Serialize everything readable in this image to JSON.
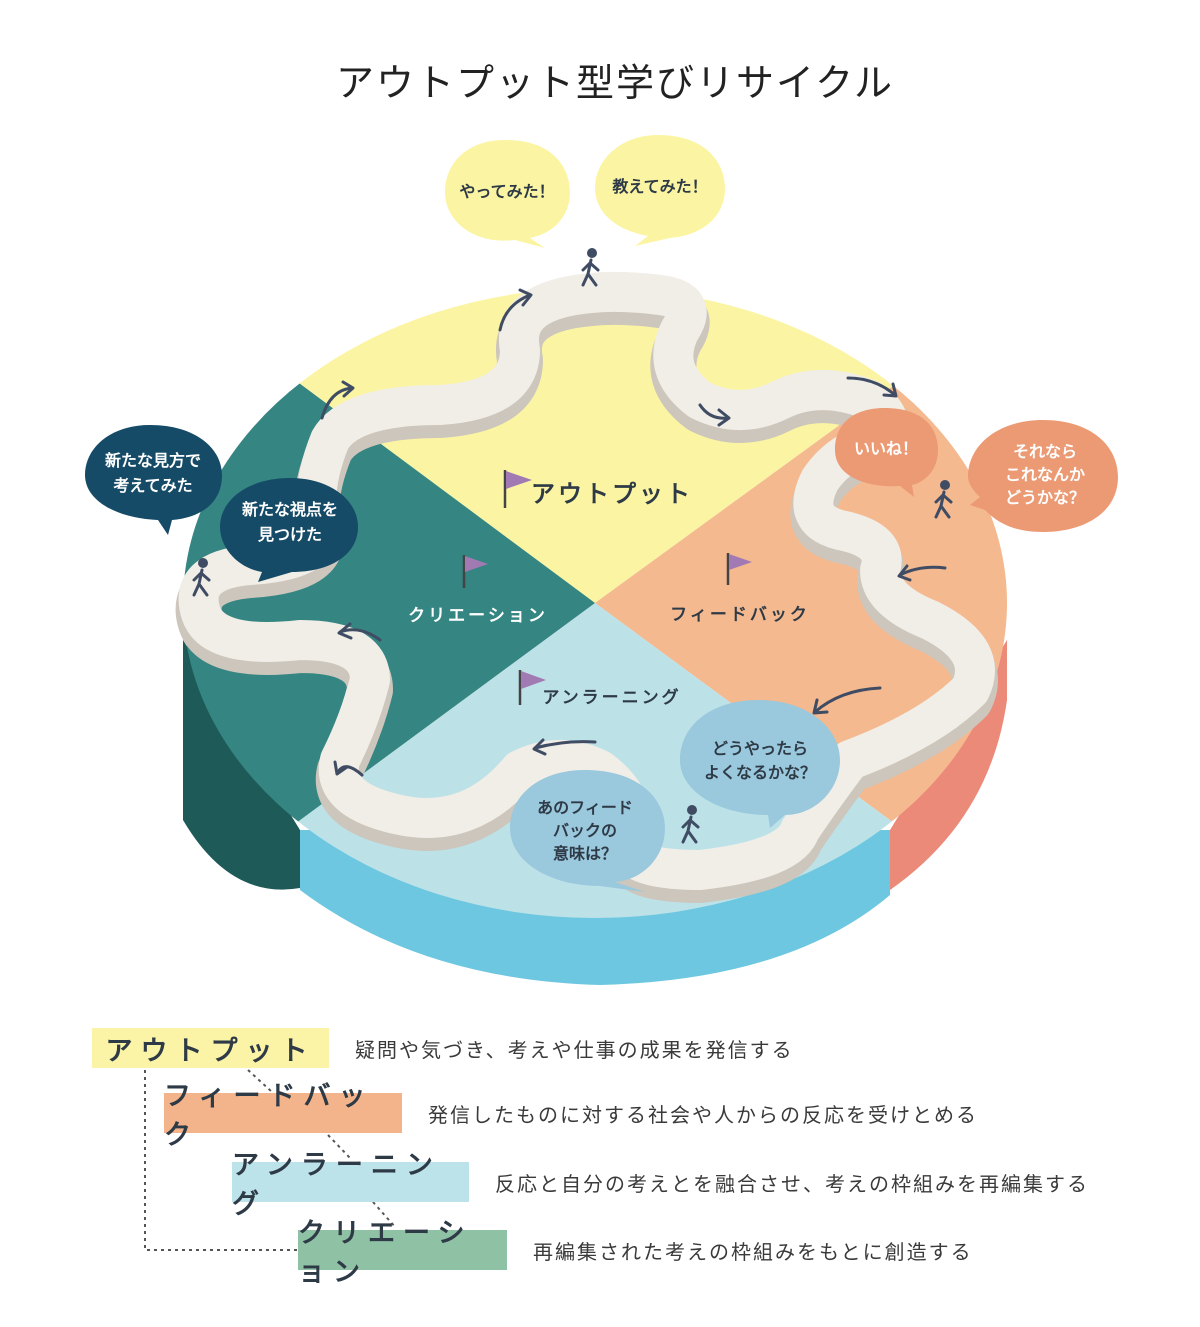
{
  "title": "アウトプット型学びリサイクル",
  "sections": {
    "output": "アウトプット",
    "feedback": "フィードバック",
    "unlearning": "アンラーニング",
    "creation": "クリエーション"
  },
  "bubbles": {
    "b1": [
      "やってみた！"
    ],
    "b2": [
      "教えてみた！"
    ],
    "b3": [
      "いいね！"
    ],
    "b4": [
      "それなら",
      "これなんか",
      "どうかな？"
    ],
    "b5": [
      "どうやったら",
      "よくなるかな？"
    ],
    "b6": [
      "あのフィード",
      "バックの",
      "意味は？"
    ],
    "b7": [
      "新たな視点を",
      "見つけた"
    ],
    "b8": [
      "新たな見方で",
      "考えてみた"
    ]
  },
  "legend": [
    {
      "label": "アウトプット",
      "desc": "疑問や気づき、考えや仕事の成果を発信する",
      "color": "#fbf4a6"
    },
    {
      "label": "フィードバック",
      "desc": "発信したものに対する社会や人からの反応を受けとめる",
      "color": "#f3b48c"
    },
    {
      "label": "アンラーニング",
      "desc": "反応と自分の考えとを融合させ、考えの枠組みを再編集する",
      "color": "#bde3ea"
    },
    {
      "label": "クリエーション",
      "desc": "再編集された考えの枠組みをもとに創造する",
      "color": "#8fc1a4"
    }
  ],
  "colors": {
    "output": "#fbf5a3",
    "feedback": "#f4b98f",
    "unlearning": "#bce2e8",
    "creation": "#358582",
    "road": "#f1ede7",
    "flag": "#a27ab3",
    "navy": "#154b67"
  }
}
